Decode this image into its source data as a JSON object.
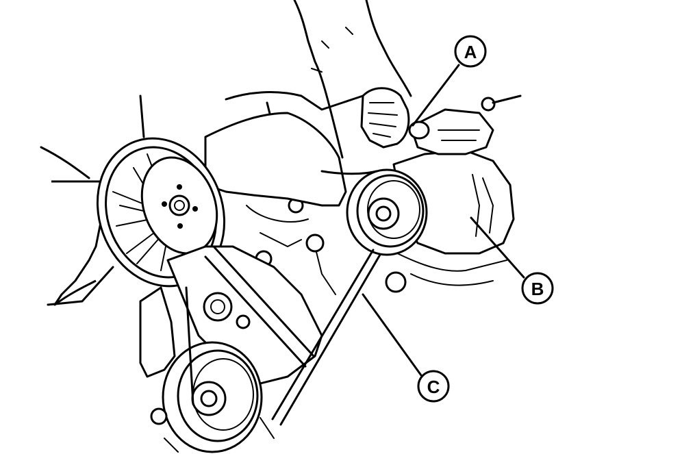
{
  "diagram": {
    "callouts": {
      "a": {
        "letter": "A"
      },
      "b": {
        "letter": "B"
      },
      "c": {
        "letter": "C"
      }
    },
    "colors": {
      "ink": "#000000",
      "paper": "#ffffff"
    }
  }
}
